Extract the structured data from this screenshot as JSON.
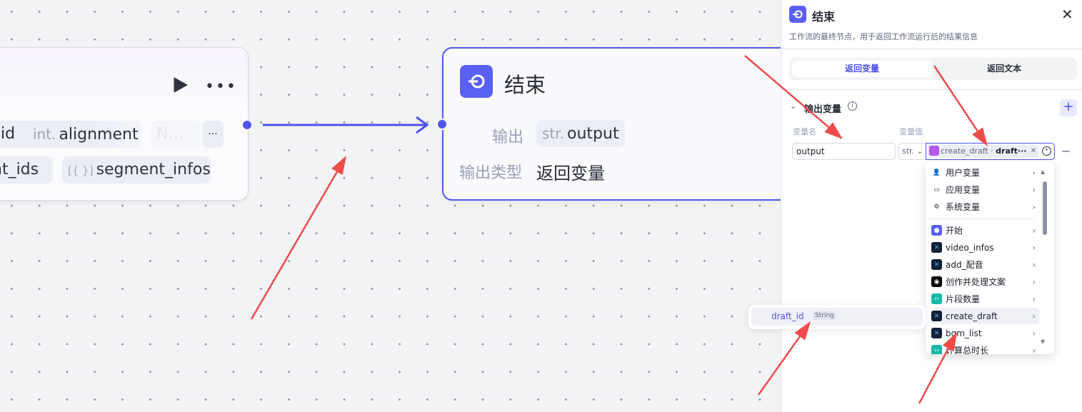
{
  "left_node": {
    "pills_row1": [
      {
        "type": "",
        "name": "id"
      },
      {
        "type": "int.",
        "name": "alignment"
      },
      {
        "type": "",
        "name": "N⁠…"
      }
    ],
    "more": "···",
    "pills_row2": [
      {
        "type": "",
        "name": "nt_ids"
      },
      {
        "type": "[{ }]",
        "name": "segment_infos"
      }
    ],
    "run_icon": "play-icon",
    "menu_icon": "more-icon"
  },
  "end_node": {
    "title": "结束",
    "output_label": "输出",
    "output_type": "str.",
    "output_name": "output",
    "type_label": "输出类型",
    "type_value": "返回变量"
  },
  "panel": {
    "title": "结束",
    "description": "工作流的最终节点，用于返回工作流运行后的结果信息",
    "tabs": [
      {
        "label": "返回变量",
        "active": true
      },
      {
        "label": "返回文本",
        "active": false
      }
    ],
    "section_title": "输出变量",
    "col_name": "变量名",
    "col_value": "变量值",
    "row": {
      "name": "output",
      "type": "str.",
      "ref_node": "create_draft",
      "ref_sep": "·",
      "ref_var": "draft···"
    }
  },
  "menu": {
    "items": [
      {
        "label": "用户变量",
        "icon": "user-icon"
      },
      {
        "label": "应用变量",
        "icon": "folder-icon"
      },
      {
        "label": "系统变量",
        "icon": "gear-icon"
      },
      {
        "label": "开始",
        "icon": "start-icon"
      },
      {
        "label": "video_infos",
        "icon": "plugin-icon"
      },
      {
        "label": "add_配音",
        "icon": "plugin-icon"
      },
      {
        "label": "创作并处理文案",
        "icon": "llm-icon"
      },
      {
        "label": "片段数量",
        "icon": "code-icon"
      },
      {
        "label": "create_draft",
        "icon": "plugin-icon",
        "hover": true
      },
      {
        "label": "bgm_list",
        "icon": "plugin-icon"
      },
      {
        "label": "计算总时长",
        "icon": "code-icon"
      }
    ]
  },
  "submenu": {
    "name": "draft_id",
    "type": "String"
  },
  "colors": {
    "accent": "#4e54ea",
    "arrow": "#f04b4b"
  }
}
